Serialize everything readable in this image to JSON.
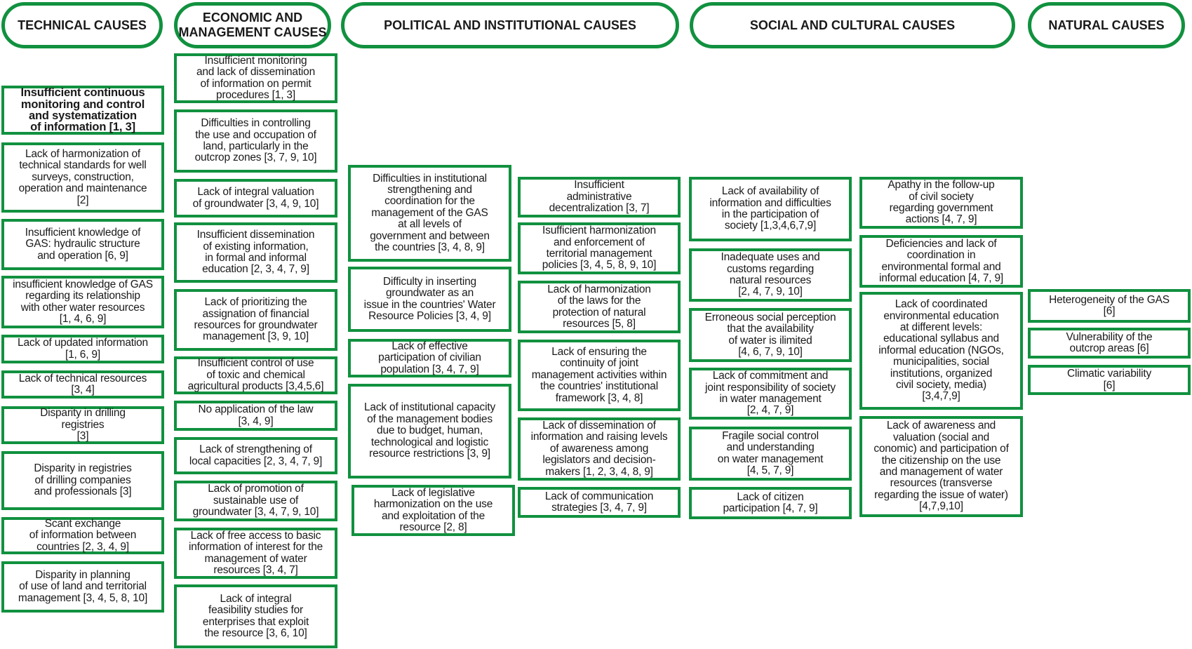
{
  "colors": {
    "accent": "#11913f",
    "text": "#1a1a1a",
    "background": "#ffffff"
  },
  "columns": [
    {
      "header": "TECHNICAL CAUSES",
      "items": [
        "Insufficient continuous\nmonitoring and control\nand systematization\nof information [1, 3]",
        "Lack of harmonization of\ntechnical standards for well\nsurveys, construction,\noperation and maintenance\n[2]",
        "Insufficient knowledge of\nGAS: hydraulic structure\nand operation [6, 9]",
        "insufficient knowledge of GAS\nregarding its relationship\nwith other water resources\n[1, 4, 6, 9]",
        "Lack of updated information\n[1, 6, 9]",
        "Lack of technical resources\n[3, 4]",
        "Disparity in drilling\nregistries\n[3]",
        "Disparity in registries\nof drilling companies\nand professionals [3]",
        "Scant exchange\nof information between\ncountries [2, 3, 4, 9]",
        "Disparity in planning\nof use of land and territorial\nmanagement [3, 4, 5, 8, 10]"
      ]
    },
    {
      "header": "ECONOMIC AND\nMANAGEMENT CAUSES",
      "items": [
        "Insufficient monitoring\nand lack of dissemination\nof information on permit\nprocedures [1, 3]",
        "Difficulties in controlling\nthe use and occupation of\nland, particularly in the\noutcrop zones [3, 7, 9, 10]",
        "Lack of integral valuation\nof groundwater [3, 4, 9, 10]",
        "Insufficient dissemination\nof existing information,\nin formal and informal\neducation [2, 3, 4, 7, 9]",
        "Lack of prioritizing the\nassignation of financial\nresources for groundwater\nmanagement [3, 9, 10]",
        "Insufficient control of use\nof toxic and chemical\nagricultural products [3,4,5,6]",
        "No application of the law\n[3, 4, 9]",
        "Lack of strengthening of\nlocal capacities [2, 3, 4, 7, 9]",
        "Lack of promotion of\nsustainable use of\ngroundwater [3, 4, 7, 9, 10]",
        "Lack of free access to basic\ninformation of interest for the\nmanagement of water\nresources [3, 4, 7]",
        "Lack of integral\nfeasibility studies for\nenterprises that exploit\nthe resource [3, 6, 10]"
      ]
    },
    {
      "header": "POLITICAL AND INSTITUTIONAL CAUSES",
      "items": [
        "Difficulties in institutional\nstrengthening and\ncoordination for the\nmanagement of the GAS\nat all levels of\ngovernment and between\nthe countries [3, 4, 8, 9]",
        "Difficulty in inserting\ngroundwater as an\nissue in the countries' Water\nResource Policies [3, 4, 9]",
        "Lack of effective\nparticipation of civilian\npopulation [3, 4, 7, 9]",
        "Lack of institutional capacity\nof the management bodies\ndue to budget, human,\ntechnological and logistic\nresource restrictions [3, 9]",
        "Lack of legislative\nharmonization on the use\nand exploitation of the\nresource [2, 8]",
        "Insufficient\nadministrative\ndecentralization [3, 7]",
        "Isufficient harmonization\nand enforcement of\nterritorial management\npolicies [3, 4, 5, 8, 9, 10]",
        "Lack of harmonization\nof the laws for the\nprotection of natural\nresources [5, 8]",
        "Lack of ensuring the\ncontinuity of joint\nmanagement activities within\nthe countries' institutional\nframework [3, 4, 8]",
        "Lack of dissemination of\ninformation and raising levels\nof awareness among\nlegislators and decision-\nmakers [1, 2, 3, 4, 8, 9]",
        "Lack of communication\nstrategies [3, 4, 7, 9]"
      ]
    },
    {
      "header": "SOCIAL AND CULTURAL CAUSES",
      "items": [
        "Lack of availability of\ninformation and difficulties\nin the participation of\nsociety [1,3,4,6,7,9]",
        "Inadequate uses and\ncustoms regarding\nnatural resources\n[2, 4, 7, 9, 10]",
        "Erroneous social perception\nthat the availability\nof water is ilimited\n[4, 6, 7, 9, 10]",
        "Lack of commitment and\njoint responsibility of society\nin water management\n[2, 4, 7, 9]",
        "Fragile social control\nand understanding\non water management\n[4, 5, 7, 9]",
        "Lack of citizen\nparticipation [4, 7, 9]",
        "Apathy in the follow-up\nof civil society\nregarding government\nactions [4, 7, 9]",
        "Deficiencies and lack of\ncoordination in\nenvironmental formal and\ninformal education [4, 7,  9]",
        "Lack of coordinated\nenvironmental education\nat different levels:\neducational syllabus and\ninformal education (NGOs,\nmunicipalities, social\ninstitutions, organized\ncivil society, media)\n[3,4,7,9]",
        "Lack of awareness and\nvaluation (social and\nconomic) and participation of\nthe citizenship on the use\nand management of water\nresources (transverse\nregarding the issue of water)\n[4,7,9,10]"
      ]
    },
    {
      "header": "NATURAL CAUSES",
      "items": [
        "Heterogeneity of the GAS\n[6]",
        "Vulnerability of the\noutcrop areas [6]",
        "Climatic variability\n[6]"
      ]
    }
  ]
}
